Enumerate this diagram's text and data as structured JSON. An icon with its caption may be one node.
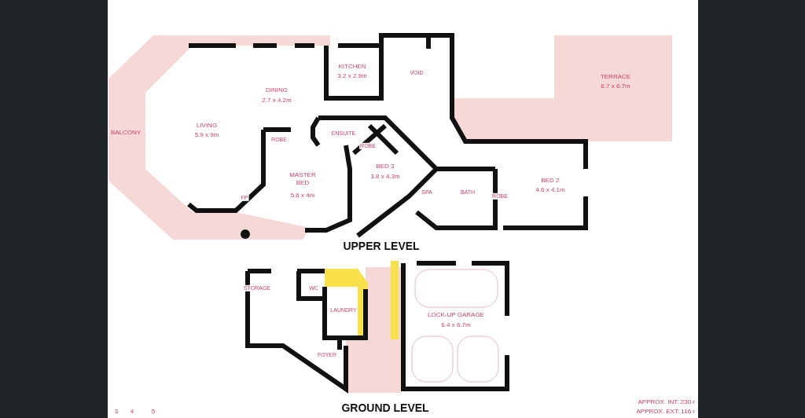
{
  "diagram": {
    "labels": [
      "KITCHEN",
      "3.2 x 2.9m",
      "VOID",
      "TERRACE",
      "6.7 x 6.7m",
      "DINING",
      "2.7 x 4.2m",
      "LIVING",
      "5.9 x 9m",
      "BALCONY",
      "ENSUITE",
      "ROBE",
      "ROBE",
      "BED 3",
      "3.8 x 4.3m",
      "MASTER BED",
      "5.6 x 4m",
      "BED 2",
      "4.6 x 4.1m",
      "SPA",
      "BATH",
      "ROBE",
      "FP",
      "UPPER LEVEL",
      "STORAGE",
      "WC",
      "LAUNDRY",
      "LOCK-UP GARAGE",
      "6.4 x 6.7m",
      "FOYER",
      "GROUND LEVEL",
      "3",
      "4",
      "5",
      "APPROX. INT: 230 r",
      "APPROX. EXT: 116 r"
    ]
  }
}
